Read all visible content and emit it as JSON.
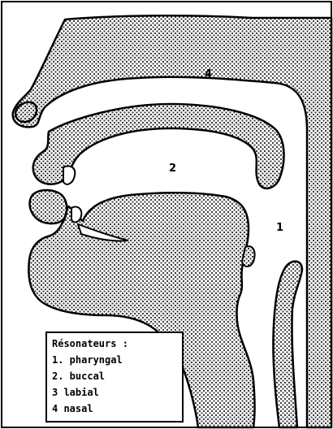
{
  "labels": {
    "nasal": "4",
    "buccal": "2",
    "pharyngal": "1"
  },
  "legend": {
    "title": "Résonateurs :",
    "items": [
      "1. pharyngal",
      "2. buccal",
      "3  labial",
      "4  nasal"
    ]
  },
  "colors": {
    "ink": "#000000",
    "paper": "#ffffff",
    "texture": "#555555"
  }
}
